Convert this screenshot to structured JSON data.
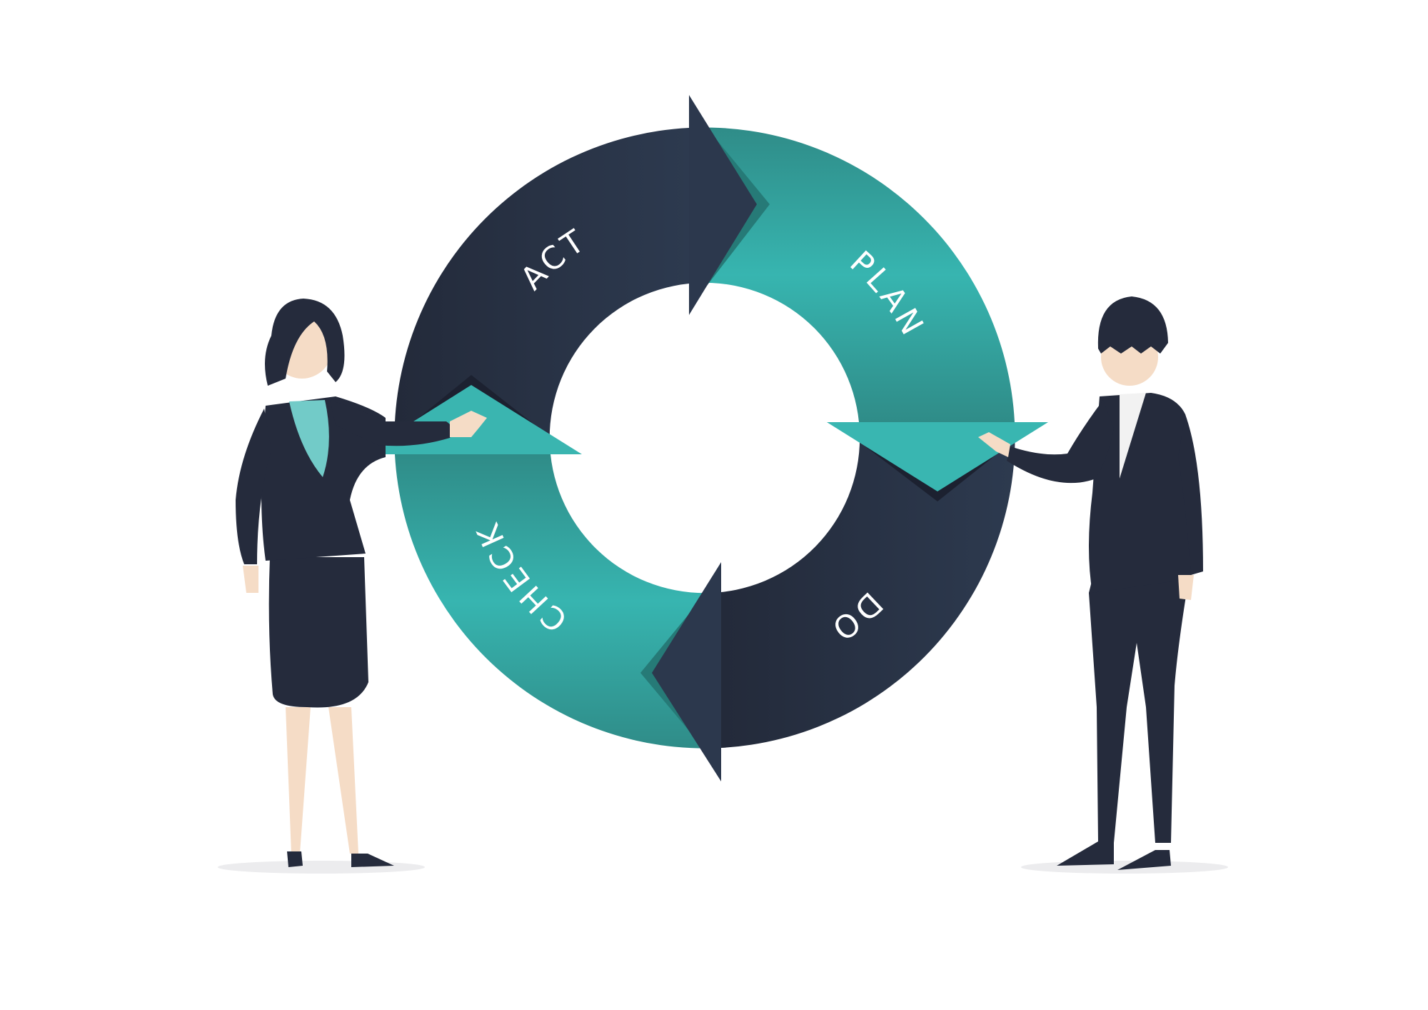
{
  "diagram": {
    "title": "PDCA cycle",
    "stages": [
      {
        "key": "plan",
        "label": "PLAN"
      },
      {
        "key": "do",
        "label": "DO"
      },
      {
        "key": "check",
        "label": "CHECK"
      },
      {
        "key": "act",
        "label": "ACT"
      }
    ],
    "colors": {
      "dark": "#252b3c",
      "dark_light": "#2d3a4f",
      "teal": "#33b0ab",
      "teal_dark": "#2f8c88",
      "skin": "#f5dcc6",
      "shirt_teal": "#72cbc8"
    }
  }
}
